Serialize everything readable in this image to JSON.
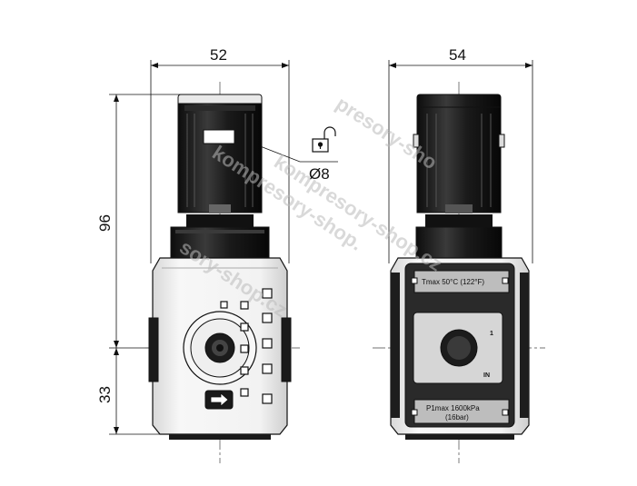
{
  "dimensions": {
    "front_width": "52",
    "side_width": "54",
    "total_height": "96",
    "lower_height": "33",
    "lock_hole": "Ø8"
  },
  "labels": {
    "temp_max": "Tmax 50°C (122°F)",
    "pressure_max": "P1max 1600kPa",
    "pressure_bar": "(16bar)",
    "port_number": "1",
    "port_in": "IN"
  },
  "watermarks": [
    "presory-sho",
    "kompresory-shop.",
    "kompresory-shop.cz",
    "sory-shop.cz"
  ],
  "colors": {
    "outline": "#111111",
    "knob": "#1e1e1e",
    "body": "#f0f0f0",
    "side_panel": "#2a2a2a",
    "watermark": "#b9b9b9"
  }
}
